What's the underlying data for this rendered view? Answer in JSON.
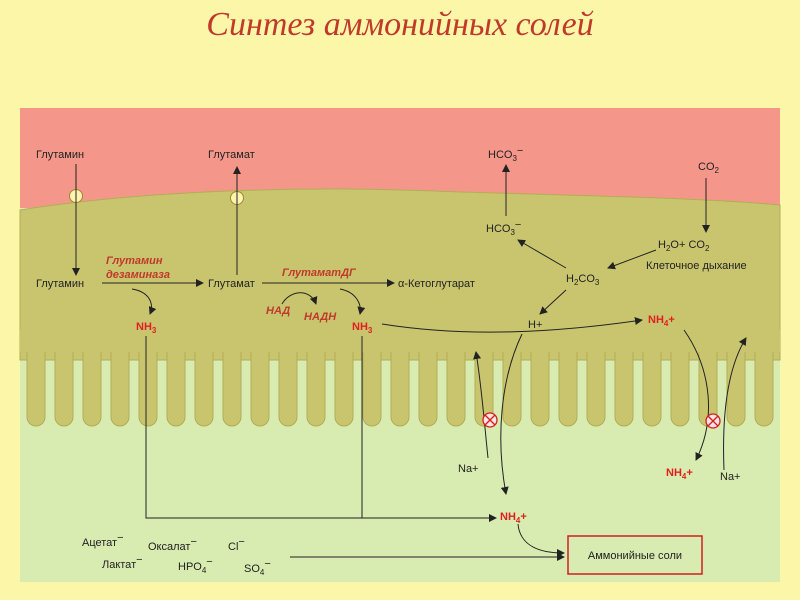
{
  "title": "Синтез аммонийных солей",
  "colors": {
    "background": "#fbf6a8",
    "blood": "#f4978a",
    "cell": "#c9c56f",
    "lumen": "#d8ebb0",
    "accent": "#e02020",
    "enzyme": "#c0392b"
  },
  "labels": {
    "glutamine_top": "Глутамин",
    "glutamate_top": "Глутамат",
    "hco3_top": "HCO",
    "co2_top": "CO",
    "hco3_cell": "HCO",
    "h2o_co2_h2o": "H",
    "h2o_co2_o": "O+ CO",
    "cell_respiration": "Клеточное дыхание",
    "h2co3_h": "H",
    "h2co3_co": "CO",
    "glutamine_cell": "Глутамин",
    "enzyme1_line1": "Глутамин",
    "enzyme1_line2": "дезаминаза",
    "glutamate_cell": "Глутамат",
    "enzyme2": "ГлутаматДГ",
    "ketoglutarate": "α-Кетоглутарат",
    "nad": "НАД",
    "nadh": "НАДН",
    "nh3_1": "NH",
    "nh3_2": "NH",
    "h_plus": "H+",
    "nh4_cell": "NH",
    "na_left": "Na+",
    "na_right": "Na+",
    "nh4_lumen_right": "NH",
    "nh4_lumen": "NH",
    "acetate": "Ацетат",
    "oxalate": "Оксалат",
    "chloride": "Cl",
    "lactate": "Лактат",
    "hpo4": "HPO",
    "so4": "SO",
    "ammonium_salts": "Аммонийные соли"
  }
}
